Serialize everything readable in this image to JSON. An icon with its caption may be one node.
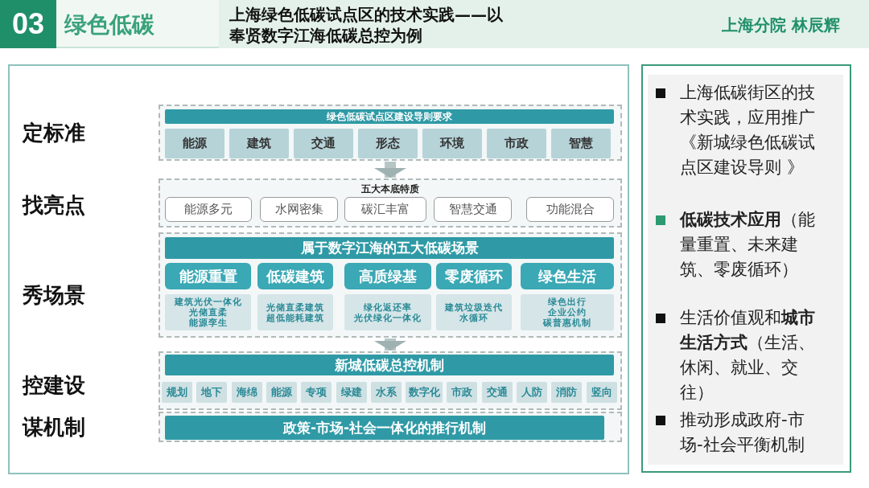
{
  "diagram": {
    "title": "上海绿色低碳试点区的技术实践——以奉贤数字江海低碳总控为例",
    "nodes": [
      {
        "text": [],
        "shape": "box"
      },
      {
        "text": [
          "绿色低碳试点区建设导则要求"
        ],
        "in": 0
      },
      {
        "text": [
          "能源"
        ],
        "in": 0
      },
      {
        "text": [
          "建筑"
        ],
        "in": 0
      },
      {
        "text": [
          "交通"
        ],
        "in": 0
      },
      {
        "text": [
          "形态"
        ],
        "in": 0
      },
      {
        "text": [
          "环境"
        ],
        "in": 0
      },
      {
        "text": [
          "市政"
        ],
        "in": 0
      },
      {
        "text": [
          "智慧"
        ],
        "in": 0
      },
      {
        "text": [
          "五大本底特质"
        ]
      },
      {
        "text": [
          "能源多元"
        ],
        "in": 9
      },
      {
        "text": [
          "水网密集"
        ],
        "in": 9
      },
      {
        "text": [
          "碳汇丰富"
        ],
        "in": 9
      },
      {
        "text": [
          "智慧交通"
        ],
        "in": 9
      },
      {
        "text": [
          "功能混合"
        ],
        "in": 9
      },
      {
        "text": [],
        "shape": "box"
      },
      {
        "text": [
          "属于数字江海的五大低碳场景"
        ],
        "in": 15
      },
      {
        "text": [
          "能源重置"
        ],
        "in": 15
      },
      {
        "text": [
          "低碳建筑"
        ],
        "in": 15
      },
      {
        "text": [
          "高质绿基"
        ],
        "in": 15
      },
      {
        "text": [
          "零废循环"
        ],
        "in": 15
      },
      {
        "text": [
          "绿色生活"
        ],
        "in": 15
      },
      {
        "text": [
          "建筑光伏一体化",
          "光储直柔",
          "能源孪生"
        ],
        "in": 15
      },
      {
        "text": [
          "光储直柔建筑",
          "超低能耗建筑"
        ],
        "in": 15
      },
      {
        "text": [
          "绿化返还率",
          "光伏绿化一体化"
        ],
        "in": 15
      },
      {
        "text": [
          "建筑垃圾迭代",
          "水循环"
        ],
        "in": 15
      },
      {
        "text": [
          "绿色出行",
          "企业公约",
          "碳普惠机制"
        ],
        "in": 15
      },
      {
        "text": [],
        "shape": "box"
      },
      {
        "text": [
          "新城低碳总控机制"
        ],
        "in": 27
      },
      {
        "text": [
          "规划"
        ],
        "in": 27
      },
      {
        "text": [
          "地下"
        ],
        "in": 27
      },
      {
        "text": [
          "海绵"
        ],
        "in": 27
      },
      {
        "text": [
          "能源"
        ],
        "in": 27
      },
      {
        "text": [
          "专项"
        ],
        "in": 27
      },
      {
        "text": [
          "绿建"
        ],
        "in": 27
      },
      {
        "text": [
          "水系"
        ],
        "in": 27
      },
      {
        "text": [
          "数字化"
        ],
        "in": 27
      },
      {
        "text": [
          "市政"
        ],
        "in": 27
      },
      {
        "text": [
          "交通"
        ],
        "in": 27
      },
      {
        "text": [
          "人防"
        ],
        "in": 27
      },
      {
        "text": [
          "消防"
        ],
        "in": 27
      },
      {
        "text": [
          "竖向"
        ],
        "in": 27
      },
      {
        "text": [],
        "shape": "box"
      },
      {
        "text": [
          "政策-市场-社会一体化的推行机制"
        ],
        "in": 42
      },
      {
        "text": [
          "上海低碳街区的技术实践，应用推广《新城绿色低碳试点区建设导则 》",
          "**低碳技术应用**（能量重置、未来建筑、零废循环）",
          "生活价值观和**城市生活方式**（生活、休闲、就业、交往）",
          "推动形成政府-市场-社会平衡机制"
        ]
      }
    ],
    "edges": [
      {
        "from": 0,
        "to": 9,
        "arrow": "to"
      },
      {
        "from": 15,
        "to": 27,
        "arrow": "to"
      }
    ],
    "labels": [
      "03",
      "绿色低碳",
      "上海分院 林辰辉",
      "定标准",
      "找亮点",
      "秀场景",
      "控建设",
      "谋机制"
    ]
  }
}
